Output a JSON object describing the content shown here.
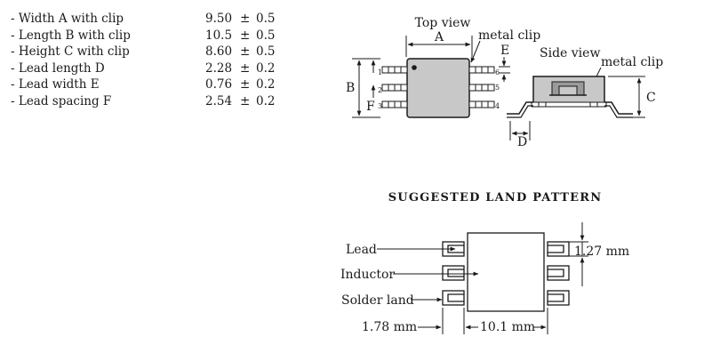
{
  "specs": {
    "rows": [
      {
        "label": "- Width A with clip",
        "value": "9.50",
        "pm": "±",
        "tol": "0.5"
      },
      {
        "label": "- Length B with clip",
        "value": "10.5",
        "pm": "±",
        "tol": "0.5"
      },
      {
        "label": "- Height C with clip",
        "value": "8.60",
        "pm": "±",
        "tol": "0.5"
      },
      {
        "label": "- Lead length D",
        "value": "2.28",
        "pm": "±",
        "tol": "0.2"
      },
      {
        "label": "- Lead width E",
        "value": "0.76",
        "pm": "±",
        "tol": "0.2"
      },
      {
        "label": "- Lead spacing F",
        "value": "2.54",
        "pm": "±",
        "tol": "0.2"
      }
    ]
  },
  "top_view": {
    "title": "Top view",
    "clip_label": "metal clip",
    "dim_a": "A",
    "dim_b": "B",
    "dim_e": "E",
    "dim_f": "F",
    "pins": [
      "1",
      "2",
      "3",
      "4",
      "5",
      "6"
    ]
  },
  "side_view": {
    "title": "Side view",
    "clip_label": "metal clip",
    "dim_c": "C",
    "dim_d": "D"
  },
  "land_pattern": {
    "title": "SUGGESTED LAND PATTERN",
    "lead_label": "Lead",
    "inductor_label": "Inductor",
    "solder_label": "Solder land",
    "pitch_label": "1.27 mm",
    "pad_width_label": "1.78 mm",
    "span_label": "10.1 mm"
  },
  "colors": {
    "body_gray": "#c8c8c8",
    "line": "#1a1a1a"
  }
}
